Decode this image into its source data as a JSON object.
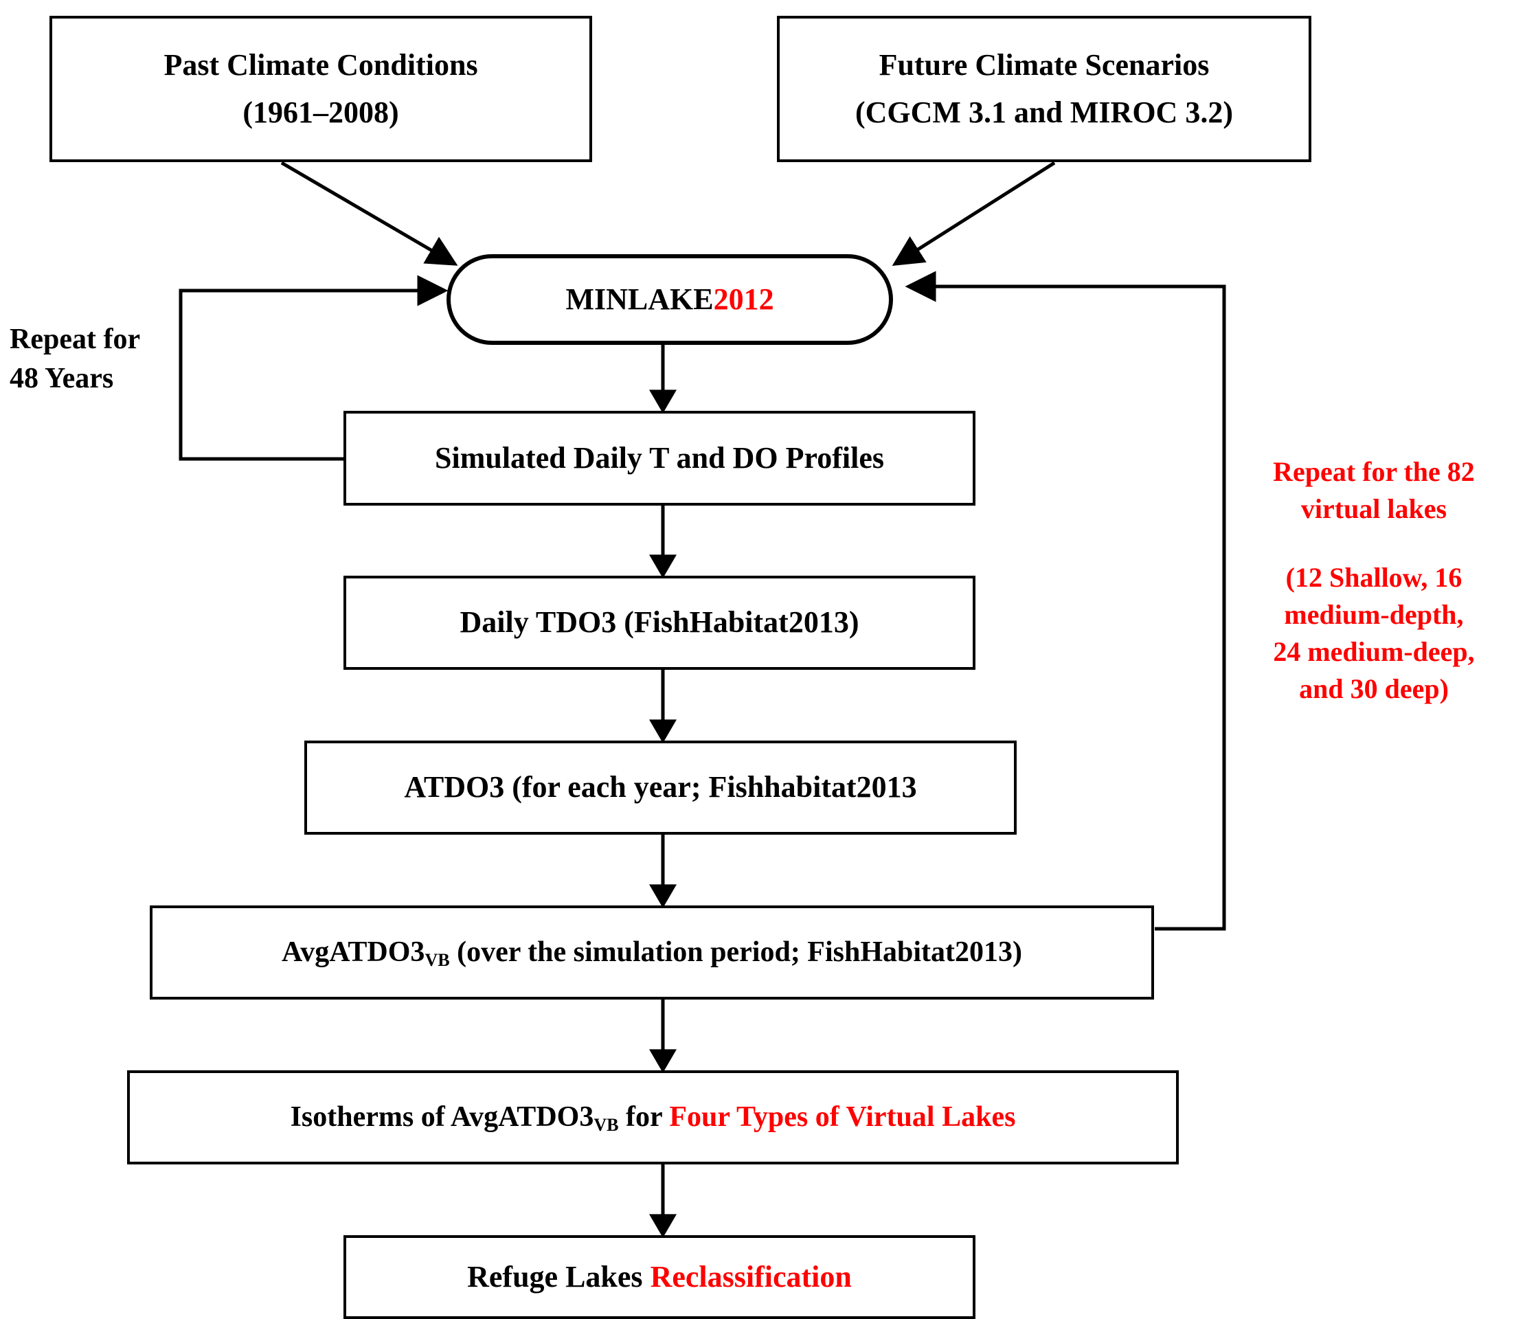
{
  "diagram": {
    "title": "MINLAKE2012 virtual lake simulation workflow",
    "colors": {
      "accent_red": "#FF0000",
      "line_black": "#000000",
      "node_fill": "#FFFFFF"
    },
    "nodes": {
      "past_climate": {
        "line1": "Past Climate Conditions",
        "line2": "(1961–2008)"
      },
      "future_climate": {
        "line1": "Future Climate Scenarios",
        "line2": "(CGCM 3.1 and MIROC 3.2)"
      },
      "minlake": {
        "black": "MINLAKE",
        "red": "2012"
      },
      "simulated_profiles": {
        "label": "Simulated Daily T and DO Profiles"
      },
      "daily_tdo3": {
        "label": "Daily TDO3 (FishHabitat2013)"
      },
      "atdo3": {
        "label": "ATDO3 (for each year; Fishhabitat2013"
      },
      "avg_atdo3": {
        "prefix": "AvgATDO3",
        "subscript": "VB",
        "suffix": " (over the simulation period; FishHabitat2013)"
      },
      "isotherms": {
        "prefix": "Isotherms of AvgATDO3",
        "subscript": "VB",
        "mid": " for ",
        "red": "Four Types of Virtual Lakes"
      },
      "refuge_lakes": {
        "black": "Refuge Lakes ",
        "red": "Reclassification"
      }
    },
    "annotations": {
      "repeat_years": {
        "line1": "Repeat for",
        "line2": "48 Years"
      },
      "repeat_lakes": {
        "line1": "Repeat for the 82",
        "line2": "virtual lakes",
        "line3": "(12 Shallow, 16",
        "line4": "medium-depth,",
        "line5": "24 medium-deep,",
        "line6": "and 30 deep)"
      }
    }
  }
}
